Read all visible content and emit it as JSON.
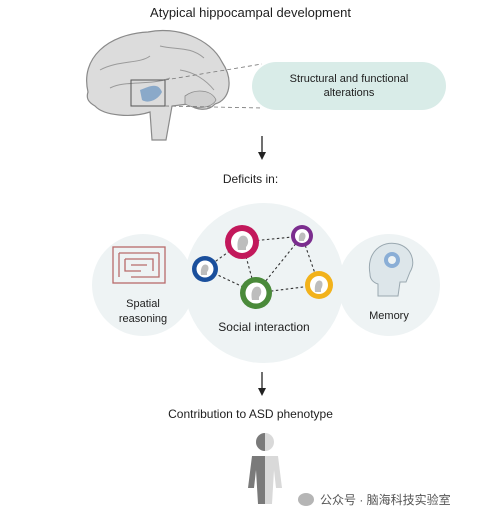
{
  "title": "Atypical hippocampal development",
  "callout": "Structural and functional alterations",
  "deficits_heading": "Deficits in:",
  "domains": {
    "spatial": "Spatial reasoning",
    "social": "Social interaction",
    "memory": "Memory"
  },
  "outcome": "Contribution to ASD phenotype",
  "watermark": "公众号 · 脑海科技实验室",
  "colors": {
    "callout_bg": "#d9ece8",
    "circle_bg": "#eef3f4",
    "node_magenta": "#c2185b",
    "node_purple": "#7b2d8e",
    "node_blue": "#1a4f9c",
    "node_green": "#4a8a3a",
    "node_yellow": "#f2b21b",
    "hippocampus": "#8aa9c9"
  }
}
